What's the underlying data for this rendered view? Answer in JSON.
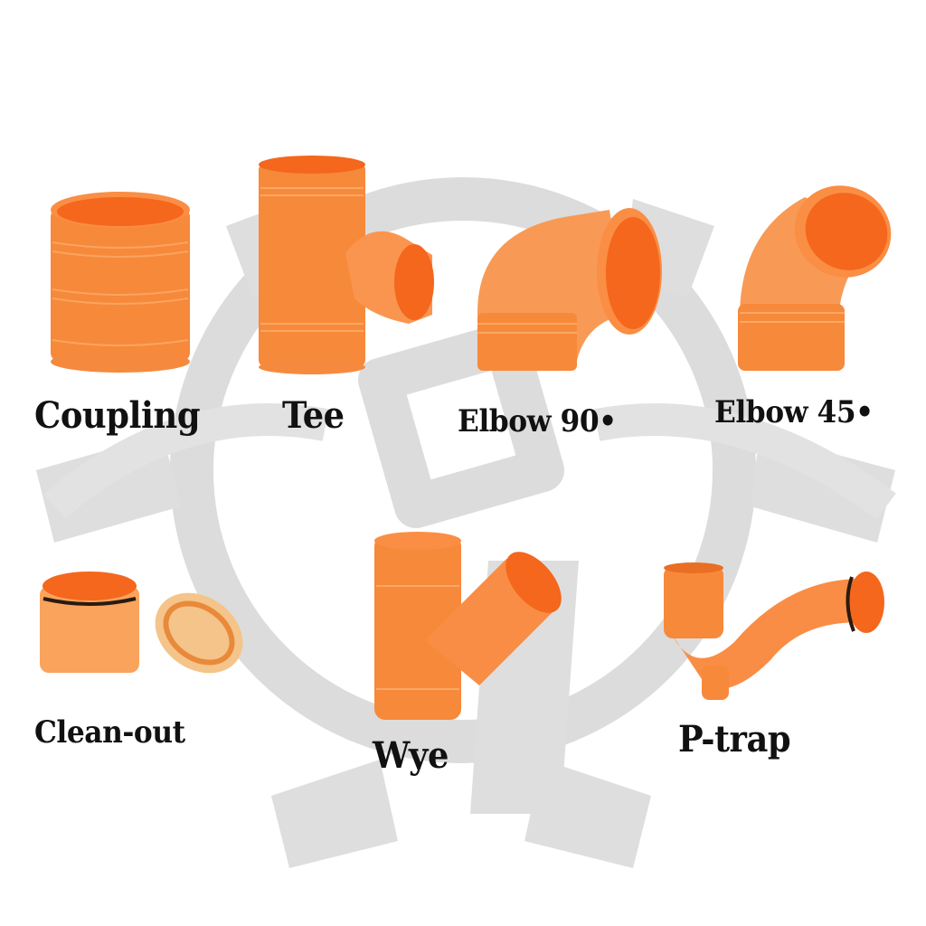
{
  "colors": {
    "background": "#ffffff",
    "watermark": "#d9d9d9",
    "pipe_body": "#f7893a",
    "pipe_light": "#fba05a",
    "pipe_inner": "#f4671c",
    "pipe_shadow": "#e86f24",
    "label_text": "#111111"
  },
  "products": [
    {
      "id": "coupling",
      "label": "Coupling"
    },
    {
      "id": "tee",
      "label": "Tee"
    },
    {
      "id": "elbow-90",
      "label": "Elbow 90•"
    },
    {
      "id": "elbow-45",
      "label": "Elbow 45•"
    },
    {
      "id": "clean-out",
      "label": "Clean-out"
    },
    {
      "id": "wye",
      "label": "Wye"
    },
    {
      "id": "p-trap",
      "label": "P-trap"
    }
  ]
}
